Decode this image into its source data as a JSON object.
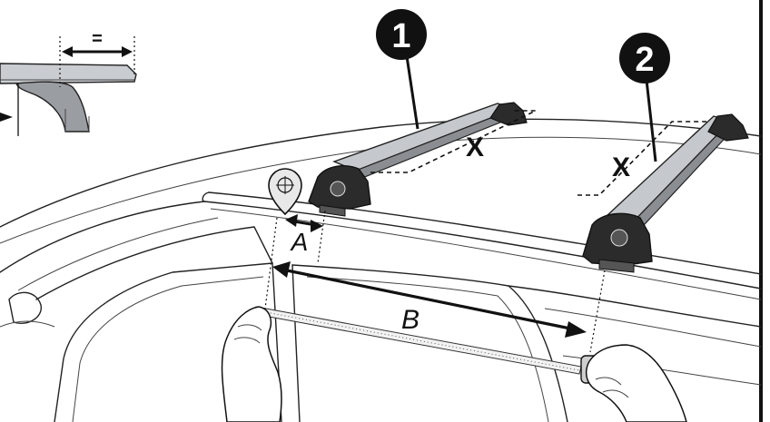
{
  "labels": {
    "equal": "=",
    "x_first": "X",
    "x_second": "X",
    "a": "A",
    "b": "B"
  },
  "badges": {
    "first": "1",
    "second": "2"
  },
  "icons": {
    "marker": "crosshair-pin-icon",
    "tape": "tape-measure-icon"
  },
  "colors": {
    "ink": "#111111",
    "badge": "#111111",
    "bar": "#b9bcc0",
    "bar_shadow": "#7d8085",
    "foot": "#2b2b2b"
  }
}
